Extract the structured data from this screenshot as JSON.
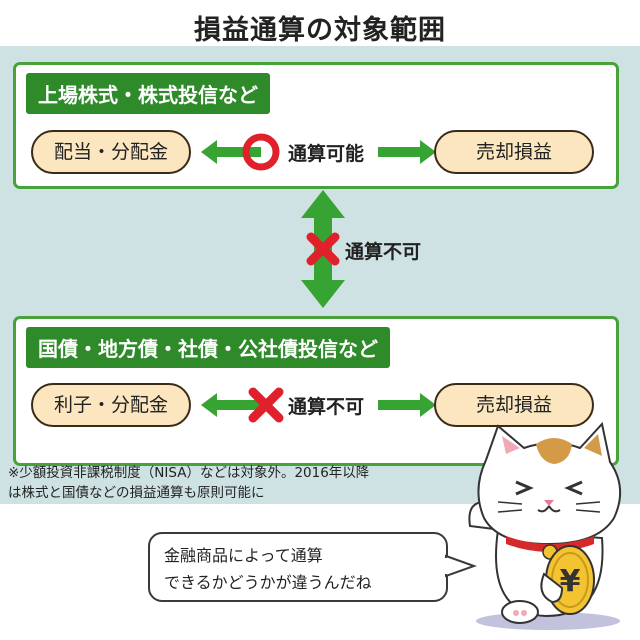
{
  "title": "損益通算の対象範囲",
  "section1": {
    "label": "上場株式・株式投信など",
    "left": "配当・分配金",
    "right": "売却損益",
    "relation": "通算可能",
    "relation_symbol": "circle-ok-icon"
  },
  "cross": {
    "relation": "通算不可",
    "relation_symbol": "cross-ng-icon"
  },
  "section2": {
    "label": "国債・地方債・社債・公社債投信など",
    "left": "利子・分配金",
    "right": "売却損益",
    "relation": "通算不可",
    "relation_symbol": "cross-ng-icon"
  },
  "note": {
    "line1": "※少額投資非課税制度（NISA）などは対象外。2016年以降",
    "line2": "は株式と国債などの損益通算も原則可能に"
  },
  "speech": {
    "line1": "金融商品によって通算",
    "line2": "できるかどうかが違うんだね"
  },
  "coin_symbol": "¥",
  "colors": {
    "panel": "#cfe2e3",
    "green": "#2f8a2a",
    "arrow_green": "#36a332",
    "red": "#e0202a",
    "pill": "#fbe6bf",
    "coin": "#f3c331"
  }
}
